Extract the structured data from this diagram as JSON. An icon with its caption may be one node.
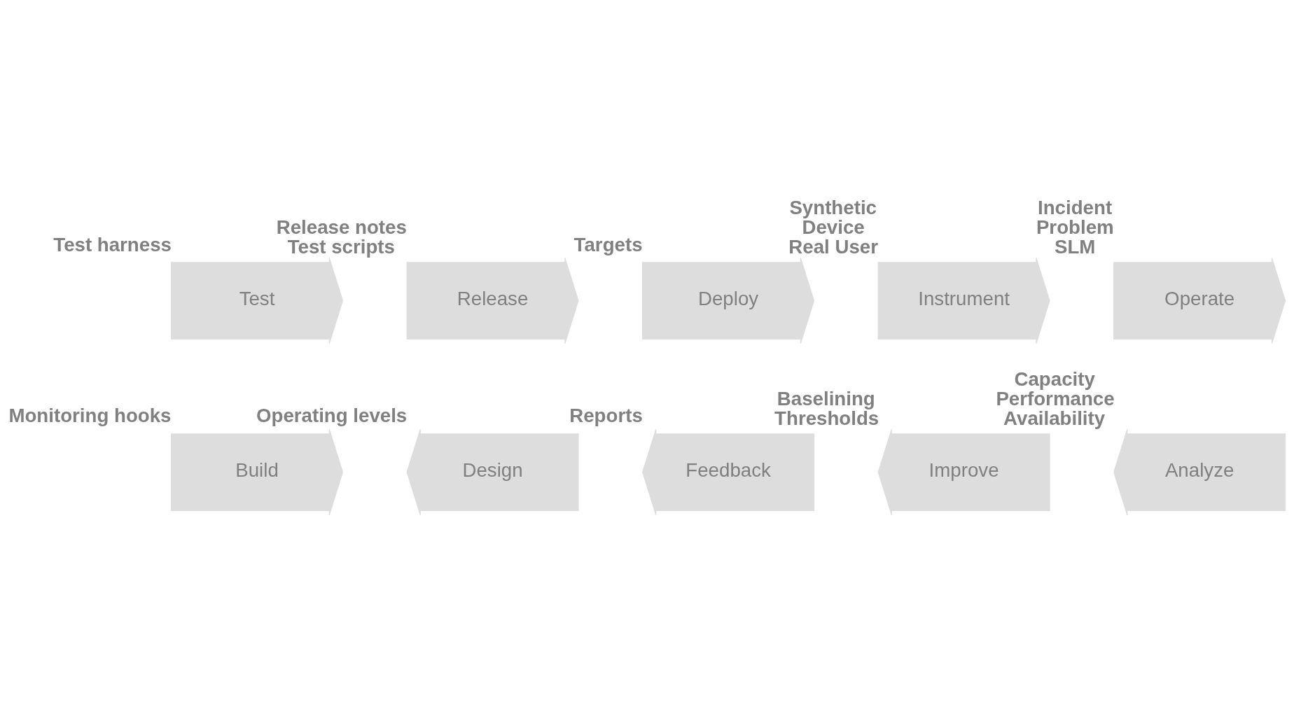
{
  "diagram": {
    "nodes": [
      {
        "text": [
          "Test"
        ],
        "beside": [
          "Test harness"
        ]
      },
      {
        "text": [
          "Release"
        ],
        "beside": [
          "Release notes",
          "Test scripts"
        ]
      },
      {
        "text": [
          "Deploy"
        ],
        "beside": [
          "Targets"
        ]
      },
      {
        "text": [
          "Instrument"
        ],
        "beside": [
          "Synthetic",
          "Device",
          "Real User"
        ]
      },
      {
        "text": [
          "Operate"
        ],
        "beside": [
          "Incident",
          "Problem",
          "SLM"
        ]
      },
      {
        "text": [
          "Improve"
        ],
        "beside": [
          "Baselining",
          "Thresholds"
        ]
      },
      {
        "text": [
          "Build"
        ],
        "beside": [
          "Monitoring hooks"
        ]
      },
      {
        "text": [
          "Design"
        ],
        "beside": [
          "Operating levels"
        ]
      },
      {
        "text": [
          "Feedback"
        ],
        "beside": [
          "Reports"
        ]
      },
      {
        "text": [
          "Analyze"
        ],
        "beside": [
          "Capacity",
          "Performance",
          "Availability"
        ]
      }
    ],
    "edges": []
  }
}
